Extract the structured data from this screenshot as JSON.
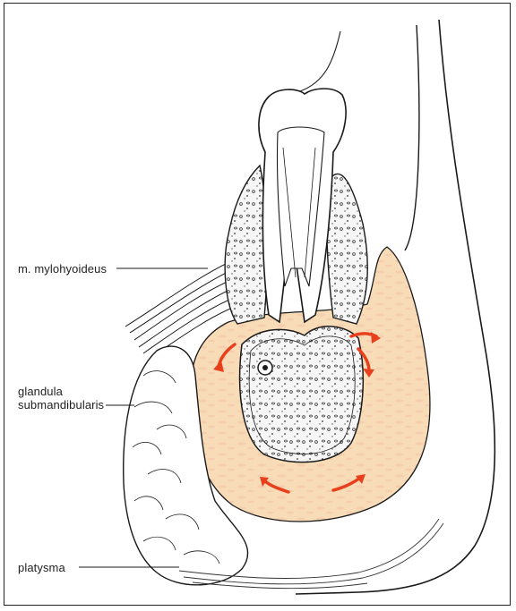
{
  "labels": {
    "mylohyoideus": "m. mylohyoideus",
    "glandula_line1": "glandula",
    "glandula_line2": "submandibularis",
    "platysma": "platysma"
  },
  "colors": {
    "abscess_fill": "#f7d9b2",
    "arrow": "#e8401c",
    "line": "#1a1a1a",
    "bone_fill": "#f4f4f4"
  },
  "icons": {
    "spread_arrows": "red-curved-arrow"
  }
}
